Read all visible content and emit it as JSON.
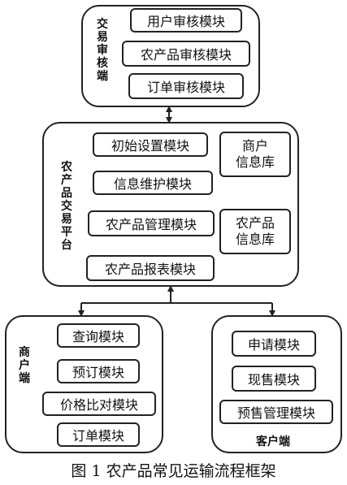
{
  "review_side": {
    "label": [
      "交",
      "易",
      "审",
      "核",
      "端"
    ],
    "modules": [
      "用户审核模块",
      "农产品审核模块",
      "订单审核模块"
    ]
  },
  "platform": {
    "label": [
      "农",
      "产",
      "品",
      "交",
      "易",
      "平",
      "台"
    ],
    "modules": [
      "初始设置模块",
      "信息维护模块",
      "农产品管理模块",
      "农产品报表模块"
    ],
    "merchant_db": [
      "商户",
      "信息库"
    ],
    "product_db": [
      "农产品",
      "信息库"
    ]
  },
  "merchant_side": {
    "label": [
      "商",
      "户",
      "端"
    ],
    "modules": [
      "查询模块",
      "预订模块",
      "价格比对模块",
      "订单模块"
    ]
  },
  "customer_side": {
    "label": "客户端",
    "modules": [
      "申请模块",
      "现售模块",
      "预售管理模块"
    ]
  },
  "caption": "图 1 农产品常见运输流程框架"
}
